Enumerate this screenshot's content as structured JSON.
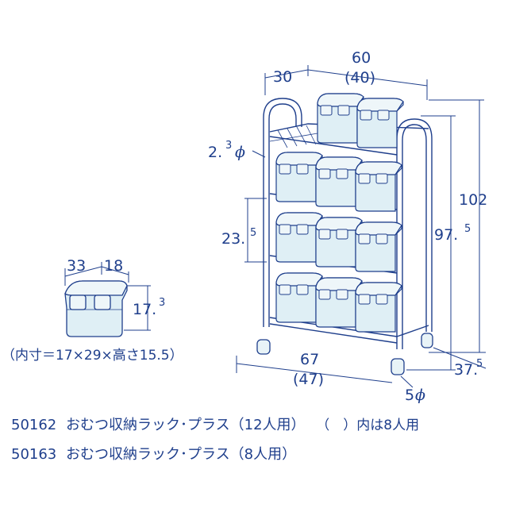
{
  "colors": {
    "ink": "#1f3f8c",
    "bin": "#dfeff5",
    "frame": "#e8f3f7",
    "lid": "#eef6f9"
  },
  "dims": {
    "w_main": "60",
    "w_alt": "(40)",
    "depth_top": "30",
    "pipe_int": "2.",
    "pipe_frac": "3",
    "pipe_phi": "ϕ",
    "shelf_int": "23.",
    "shelf_frac": "5",
    "h_total": "102",
    "h_inner_int": "97.",
    "h_inner_frac": "5",
    "w_bottom_main": "67",
    "w_bottom_alt": "(47)",
    "d_bottom_int": "37.",
    "d_bottom_frac": "5",
    "caster": "5",
    "caster_phi": "ϕ"
  },
  "box": {
    "d1": "33",
    "d2": "18",
    "h_int": "17.",
    "h_frac": "3",
    "inner": "（内寸＝17×29×高さ15.5）"
  },
  "products": [
    {
      "code": "50162",
      "name": "おむつ収納ラック･プラス（12人用）",
      "note": "（　）内は8人用"
    },
    {
      "code": "50163",
      "name": "おむつ収納ラック･プラス（8人用）"
    }
  ]
}
